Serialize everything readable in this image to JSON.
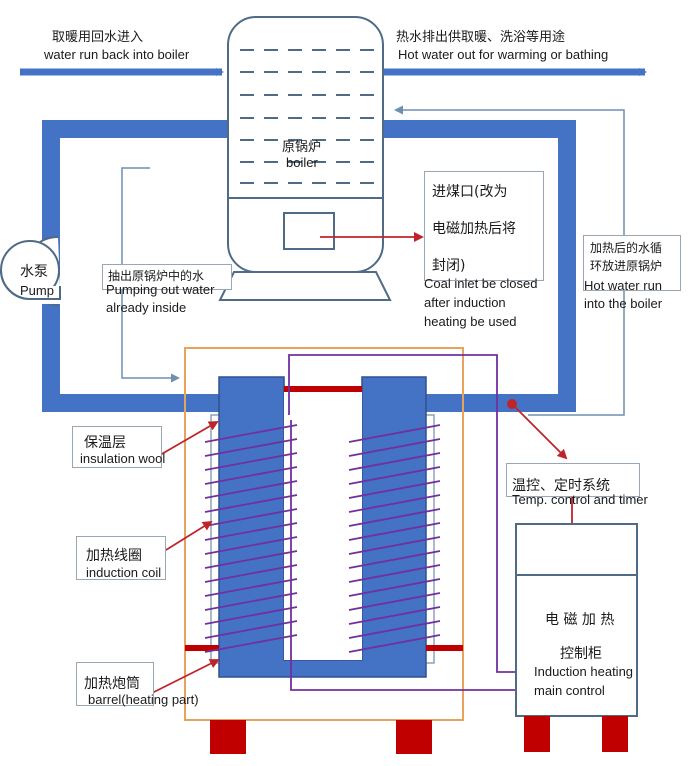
{
  "colors": {
    "pipe": "#4472c4",
    "outline": "#4f6b85",
    "arrow_red": "#c0242b",
    "coil_purple": "#7030a0",
    "frame_orange": "#e8a25c",
    "feet_red": "#c00000",
    "thin_blue": "#6d8fb0"
  },
  "labels": {
    "inflow_cn": "取暖用回水进入",
    "inflow_en": "water run back into boiler",
    "outflow_cn": "热水排出供取暖、洗浴等用途",
    "outflow_en": "Hot water out for warming or bathing",
    "boiler_cn": "原锅炉",
    "boiler_en": "boiler",
    "coal_cn_1": "进煤口(改为",
    "coal_cn_2": "电磁加热后将",
    "coal_cn_3": "封闭)",
    "coal_en_1": "Coal inlet be closed",
    "coal_en_2": "after induction",
    "coal_en_3": "heating be used",
    "pump_cn": "水泵",
    "pump_en": "Pump",
    "pumpout_cn": "抽出原锅炉中的水",
    "pumpout_en_1": "Pumping out water",
    "pumpout_en_2": "already inside",
    "return_cn_1": "加热后的水循",
    "return_cn_2": "环放进原锅炉",
    "return_en_1": "Hot water run",
    "return_en_2": "into the boiler",
    "insulation_cn": "保温层",
    "insulation_en": "insulation wool",
    "coil_cn": "加热线圈",
    "coil_en": "induction coil",
    "barrel_cn": "加热炮筒",
    "barrel_en": "barrel(heating part)",
    "temp_cn": "温控、定时系统",
    "temp_en": "Temp. control and timer",
    "cabinet_cn_1": "电 磁 加 热",
    "cabinet_cn_2": "控制柜",
    "cabinet_en_1": "Induction heating",
    "cabinet_en_2": "main control"
  }
}
